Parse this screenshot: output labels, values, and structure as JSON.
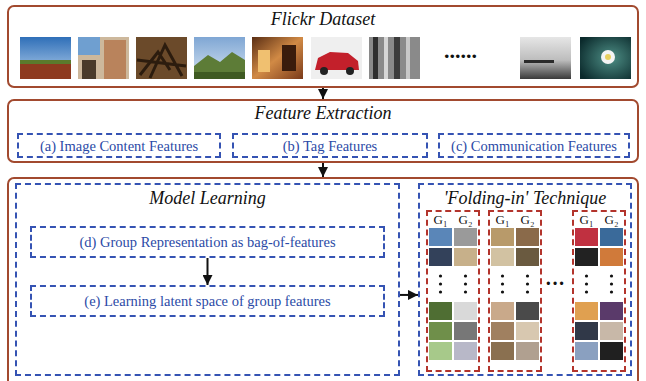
{
  "diagram": {
    "nodes": [
      {
        "text": [
          "Flickr Dataset"
        ]
      },
      {
        "text": [
          "Feature Extraction"
        ]
      },
      {
        "text": [
          "(a) Image Content Features"
        ],
        "in": 1
      },
      {
        "text": [
          "(b) Tag Features"
        ],
        "in": 1
      },
      {
        "text": [
          "(c) Communication Features"
        ],
        "in": 1
      },
      {
        "text": []
      },
      {
        "text": [
          "Model Learning"
        ],
        "in": 5
      },
      {
        "text": [
          "(d) Group Representation as bag-of-features"
        ],
        "in": 6
      },
      {
        "text": [
          "(e) Learning latent space of group features"
        ],
        "in": 6
      },
      {
        "text": [
          "'Folding-in' Technique"
        ],
        "in": 5
      },
      {
        "text": [
          "G₁",
          "G₂"
        ],
        "in": 9
      },
      {
        "text": [
          "G₁",
          "G₂"
        ],
        "in": 9
      },
      {
        "text": [
          "G₁",
          "G₂"
        ],
        "in": 9
      }
    ],
    "edges": [
      {
        "from": 0,
        "to": 1,
        "arrow": "to"
      },
      {
        "from": 1,
        "to": 5,
        "arrow": "to"
      },
      {
        "from": 7,
        "to": 8,
        "arrow": "to"
      },
      {
        "from": 6,
        "to": 9,
        "arrow": "to"
      }
    ],
    "labels": [
      "......",
      "···"
    ]
  }
}
